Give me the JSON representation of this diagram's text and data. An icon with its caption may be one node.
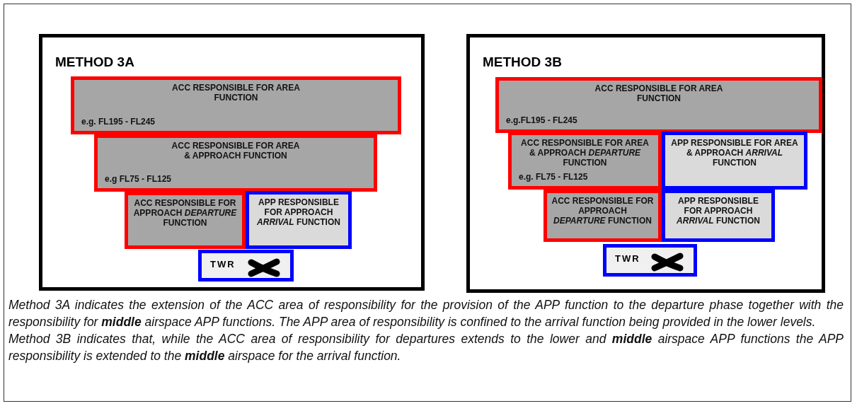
{
  "diagram": {
    "nodes": [
      {
        "text": [
          "METHOD 3A"
        ]
      },
      {
        "text": [
          "ACC RESPONSIBLE FOR AREA FUNCTION",
          "e.g. FL195 - FL245"
        ],
        "in": 0
      },
      {
        "text": [
          "ACC RESPONSIBLE FOR AREA & APPROACH FUNCTION",
          "e.g FL75 - FL125"
        ],
        "in": 0
      },
      {
        "text": [
          "ACC RESPONSIBLE FOR APPROACH *DEPARTURE* FUNCTION"
        ],
        "in": 0
      },
      {
        "text": [
          "APP RESPONSIBLE FOR APPROACH *ARRIVAL* FUNCTION"
        ],
        "in": 0
      },
      {
        "text": [
          "TWR"
        ],
        "in": 0
      },
      {
        "text": [
          "METHOD 3B"
        ]
      },
      {
        "text": [
          "ACC RESPONSIBLE FOR AREA FUNCTION",
          "e.g.FL195 - FL245"
        ],
        "in": 6
      },
      {
        "text": [
          "ACC RESPONSIBLE FOR AREA & APPROACH *DEPARTURE* FUNCTION",
          "e.g. FL75 - FL125"
        ],
        "in": 6
      },
      {
        "text": [
          "APP RESPONSIBLE FOR AREA & APPROACH *ARRIVAL* FUNCTION"
        ],
        "in": 6
      },
      {
        "text": [
          "ACC RESPONSIBLE FOR APPROACH *DEPARTURE* FUNCTION"
        ],
        "in": 6
      },
      {
        "text": [
          "APP RESPONSIBLE FOR APPROACH *ARRIVAL* FUNCTION"
        ],
        "in": 6
      },
      {
        "text": [
          "TWR"
        ],
        "in": 6
      }
    ],
    "labels": [
      "Method 3A indicates the extension of the ACC area of responsibility for the provision of the APP function to the departure phase together with the responsibility for **middle** airspace APP functions.  The APP area of responsibility is confined to the arrival function being provided in the lower levels.",
      "Method 3B indicates that, while the ACC area of responsibility for departures extends to the lower and **middle** airspace APP functions the APP responsibility is extended to the **middle** airspace for the arrival function."
    ]
  }
}
